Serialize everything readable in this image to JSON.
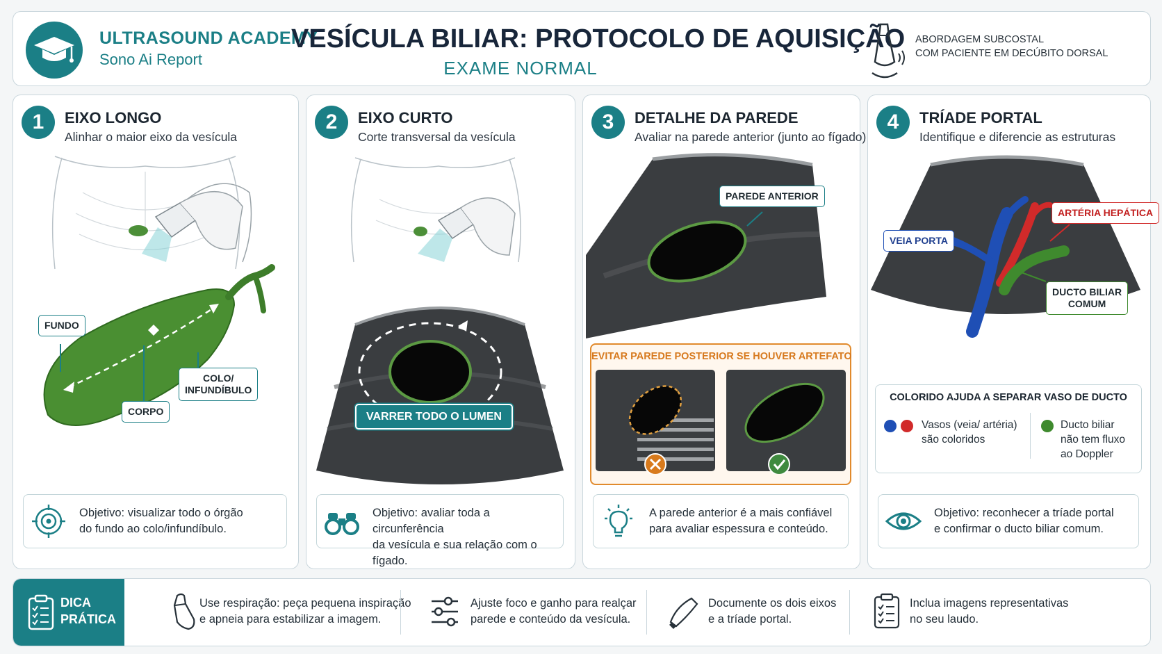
{
  "header": {
    "brand_title": "ULTRASOUND ACADEMY",
    "brand_sub": "Sono Ai Report",
    "title": "VESÍCULA BILIAR: PROTOCOLO DE AQUISIÇÃO",
    "subtitle": "EXAME NORMAL",
    "approach_line1": "ABORDAGEM SUBCOSTAL",
    "approach_line2": "COM PACIENTE EM DECÚBITO DORSAL"
  },
  "panels": [
    {
      "number": "1",
      "title": "EIXO LONGO",
      "subtitle": "Alinhar o maior eixo da vesícula",
      "labels": {
        "fundo": "FUNDO",
        "corpo": "CORPO",
        "colo_1": "COLO/",
        "colo_2": "INFUNDÍBULO"
      },
      "objective_line1": "Objetivo: visualizar todo o órgão",
      "objective_line2": "do fundo ao colo/infundíbulo."
    },
    {
      "number": "2",
      "title": "EIXO CURTO",
      "subtitle": "Corte transversal da vesícula",
      "labels": {
        "sweep": "VARRER TODO O LUMEN"
      },
      "objective_line1": "Objetivo: avaliar toda a circunferência",
      "objective_line2": "da vesícula e sua relação com o fígado."
    },
    {
      "number": "3",
      "title": "DETALHE DA PAREDE",
      "subtitle": "Avaliar na parede anterior (junto ao fígado)",
      "labels": {
        "anterior": "PAREDE ANTERIOR",
        "warning": "EVITAR PAREDE POSTERIOR SE HOUVER ARTEFATO"
      },
      "objective_line1": "A parede anterior é a mais confiável",
      "objective_line2": "para avaliar espessura e conteúdo."
    },
    {
      "number": "4",
      "title": "TRÍADE PORTAL",
      "subtitle": "Identifique e diferencie as estruturas",
      "labels": {
        "artery": "ARTÉRIA HEPÁTICA",
        "vein": "VEIA PORTA",
        "duct_1": "DUCTO BILIAR",
        "duct_2": "COMUM"
      },
      "doppler": {
        "title": "COLORIDO AJUDA A SEPARAR VASO DE DUCTO",
        "vessels_line1": "Vasos (veia/ artéria)",
        "vessels_line2": "são coloridos",
        "duct_line1": "Ducto biliar",
        "duct_line2": "não tem fluxo",
        "duct_line3": "ao Doppler"
      },
      "objective_line1": "Objetivo: reconhecer a tríade portal",
      "objective_line2": "e confirmar o ducto biliar comum."
    }
  ],
  "footer": {
    "tip_line1": "DICA",
    "tip_line2": "PRÁTICA",
    "tips": [
      {
        "line1": "Use respiração: peça pequena inspiração",
        "line2": "e apneia para estabilizar a imagem."
      },
      {
        "line1": "Ajuste foco e ganho para realçar",
        "line2": "parede e conteúdo da vesícula."
      },
      {
        "line1": "Documente os dois eixos",
        "line2": "e a tríade portal."
      },
      {
        "line1": "Inclua imagens representativas",
        "line2": "no seu laudo."
      }
    ]
  },
  "colors": {
    "teal": "#1b7f86",
    "gallbladder_green": "#3f8a2e",
    "vein_blue": "#1f4fb5",
    "artery_red": "#d12a2a",
    "warning_orange": "#e18a2c",
    "ok_green": "#3f8a3f"
  }
}
